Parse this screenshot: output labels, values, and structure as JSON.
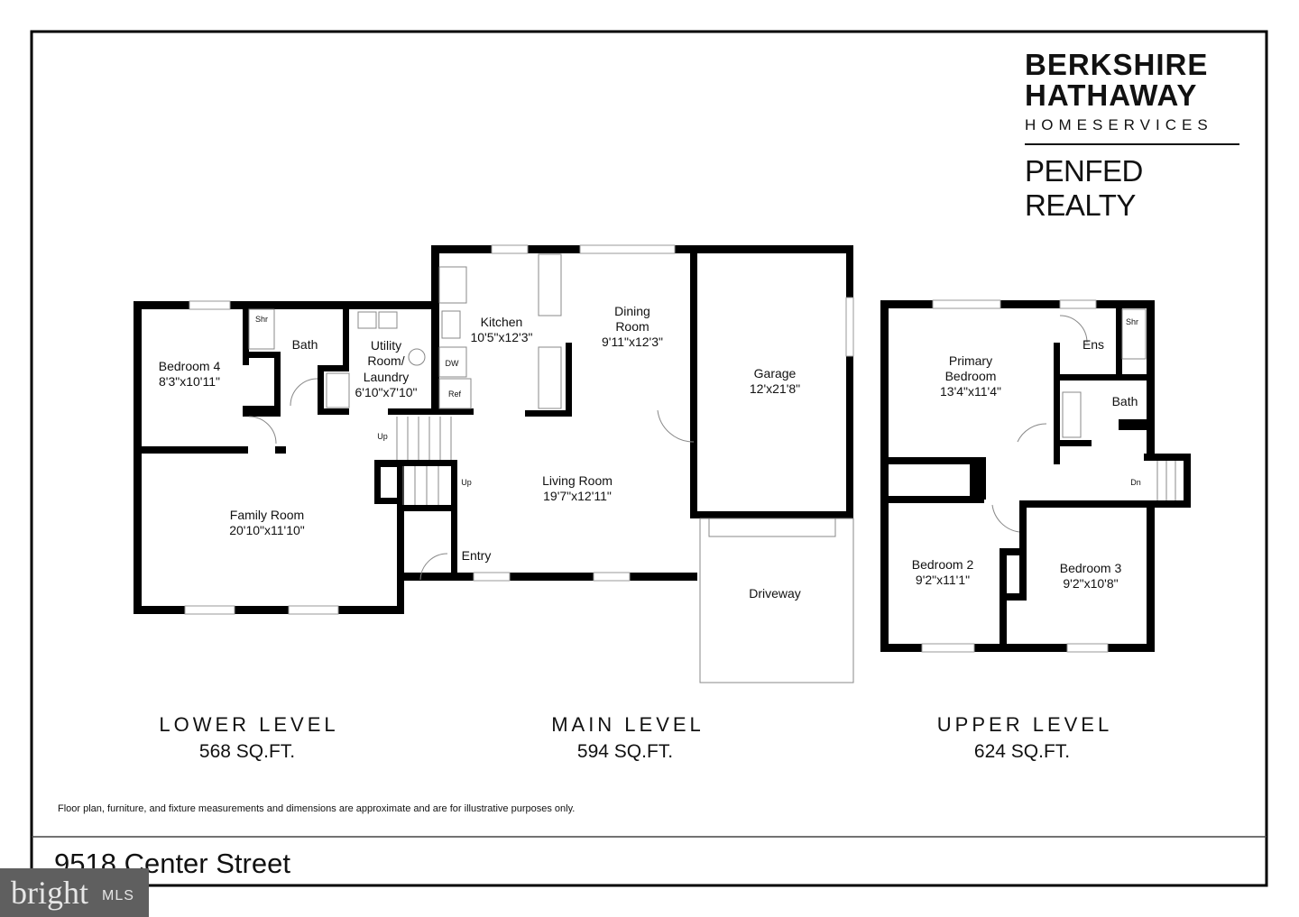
{
  "brand": {
    "line1": "BERKSHIRE",
    "line2": "HATHAWAY",
    "line3": "HOMESERVICES",
    "line4": "PENFED REALTY"
  },
  "lower": {
    "title": "LOWER LEVEL",
    "area": "568 SQ.FT.",
    "rooms": [
      {
        "name": "Bedroom 4",
        "dim": "8'3\"x10'11\""
      },
      {
        "name": "Bath",
        "dim": ""
      },
      {
        "name": "Utility",
        "name2": "Room/",
        "name3": "Laundry",
        "dim": "6'10\"x7'10\""
      },
      {
        "name": "Family Room",
        "dim": "20'10\"x11'10\""
      }
    ],
    "shr": "Shr",
    "up1": "Up",
    "up2": "Up"
  },
  "main": {
    "title": "MAIN LEVEL",
    "area": "594 SQ.FT.",
    "kitchen": {
      "name": "Kitchen",
      "dim": "10'5\"x12'3\""
    },
    "dining": {
      "name": "Dining",
      "name2": "Room",
      "dim": "9'11\"x12'3\""
    },
    "living": {
      "name": "Living Room",
      "dim": "19'7\"x12'11\""
    },
    "garage": {
      "name": "Garage",
      "dim": "12'x21'8\""
    },
    "entry": "Entry",
    "driveway": "Driveway",
    "dw": "DW",
    "ref": "Ref"
  },
  "upper": {
    "title": "UPPER LEVEL",
    "area": "624 SQ.FT.",
    "primary": {
      "name": "Primary",
      "name2": "Bedroom",
      "dim": "13'4\"x11'4\""
    },
    "ens": "Ens",
    "bath": "Bath",
    "shr": "Shr",
    "dn": "Dn",
    "bed2": {
      "name": "Bedroom 2",
      "dim": "9'2\"x11'1\""
    },
    "bed3": {
      "name": "Bedroom 3",
      "dim": "9'2\"x10'8\""
    }
  },
  "disclaimer": "Floor plan, furniture, and fixture measurements and dimensions are approximate and are for illustrative purposes only.",
  "address": "9518 Center Street",
  "watermark": {
    "text": "bright",
    "suffix": "MLS"
  }
}
